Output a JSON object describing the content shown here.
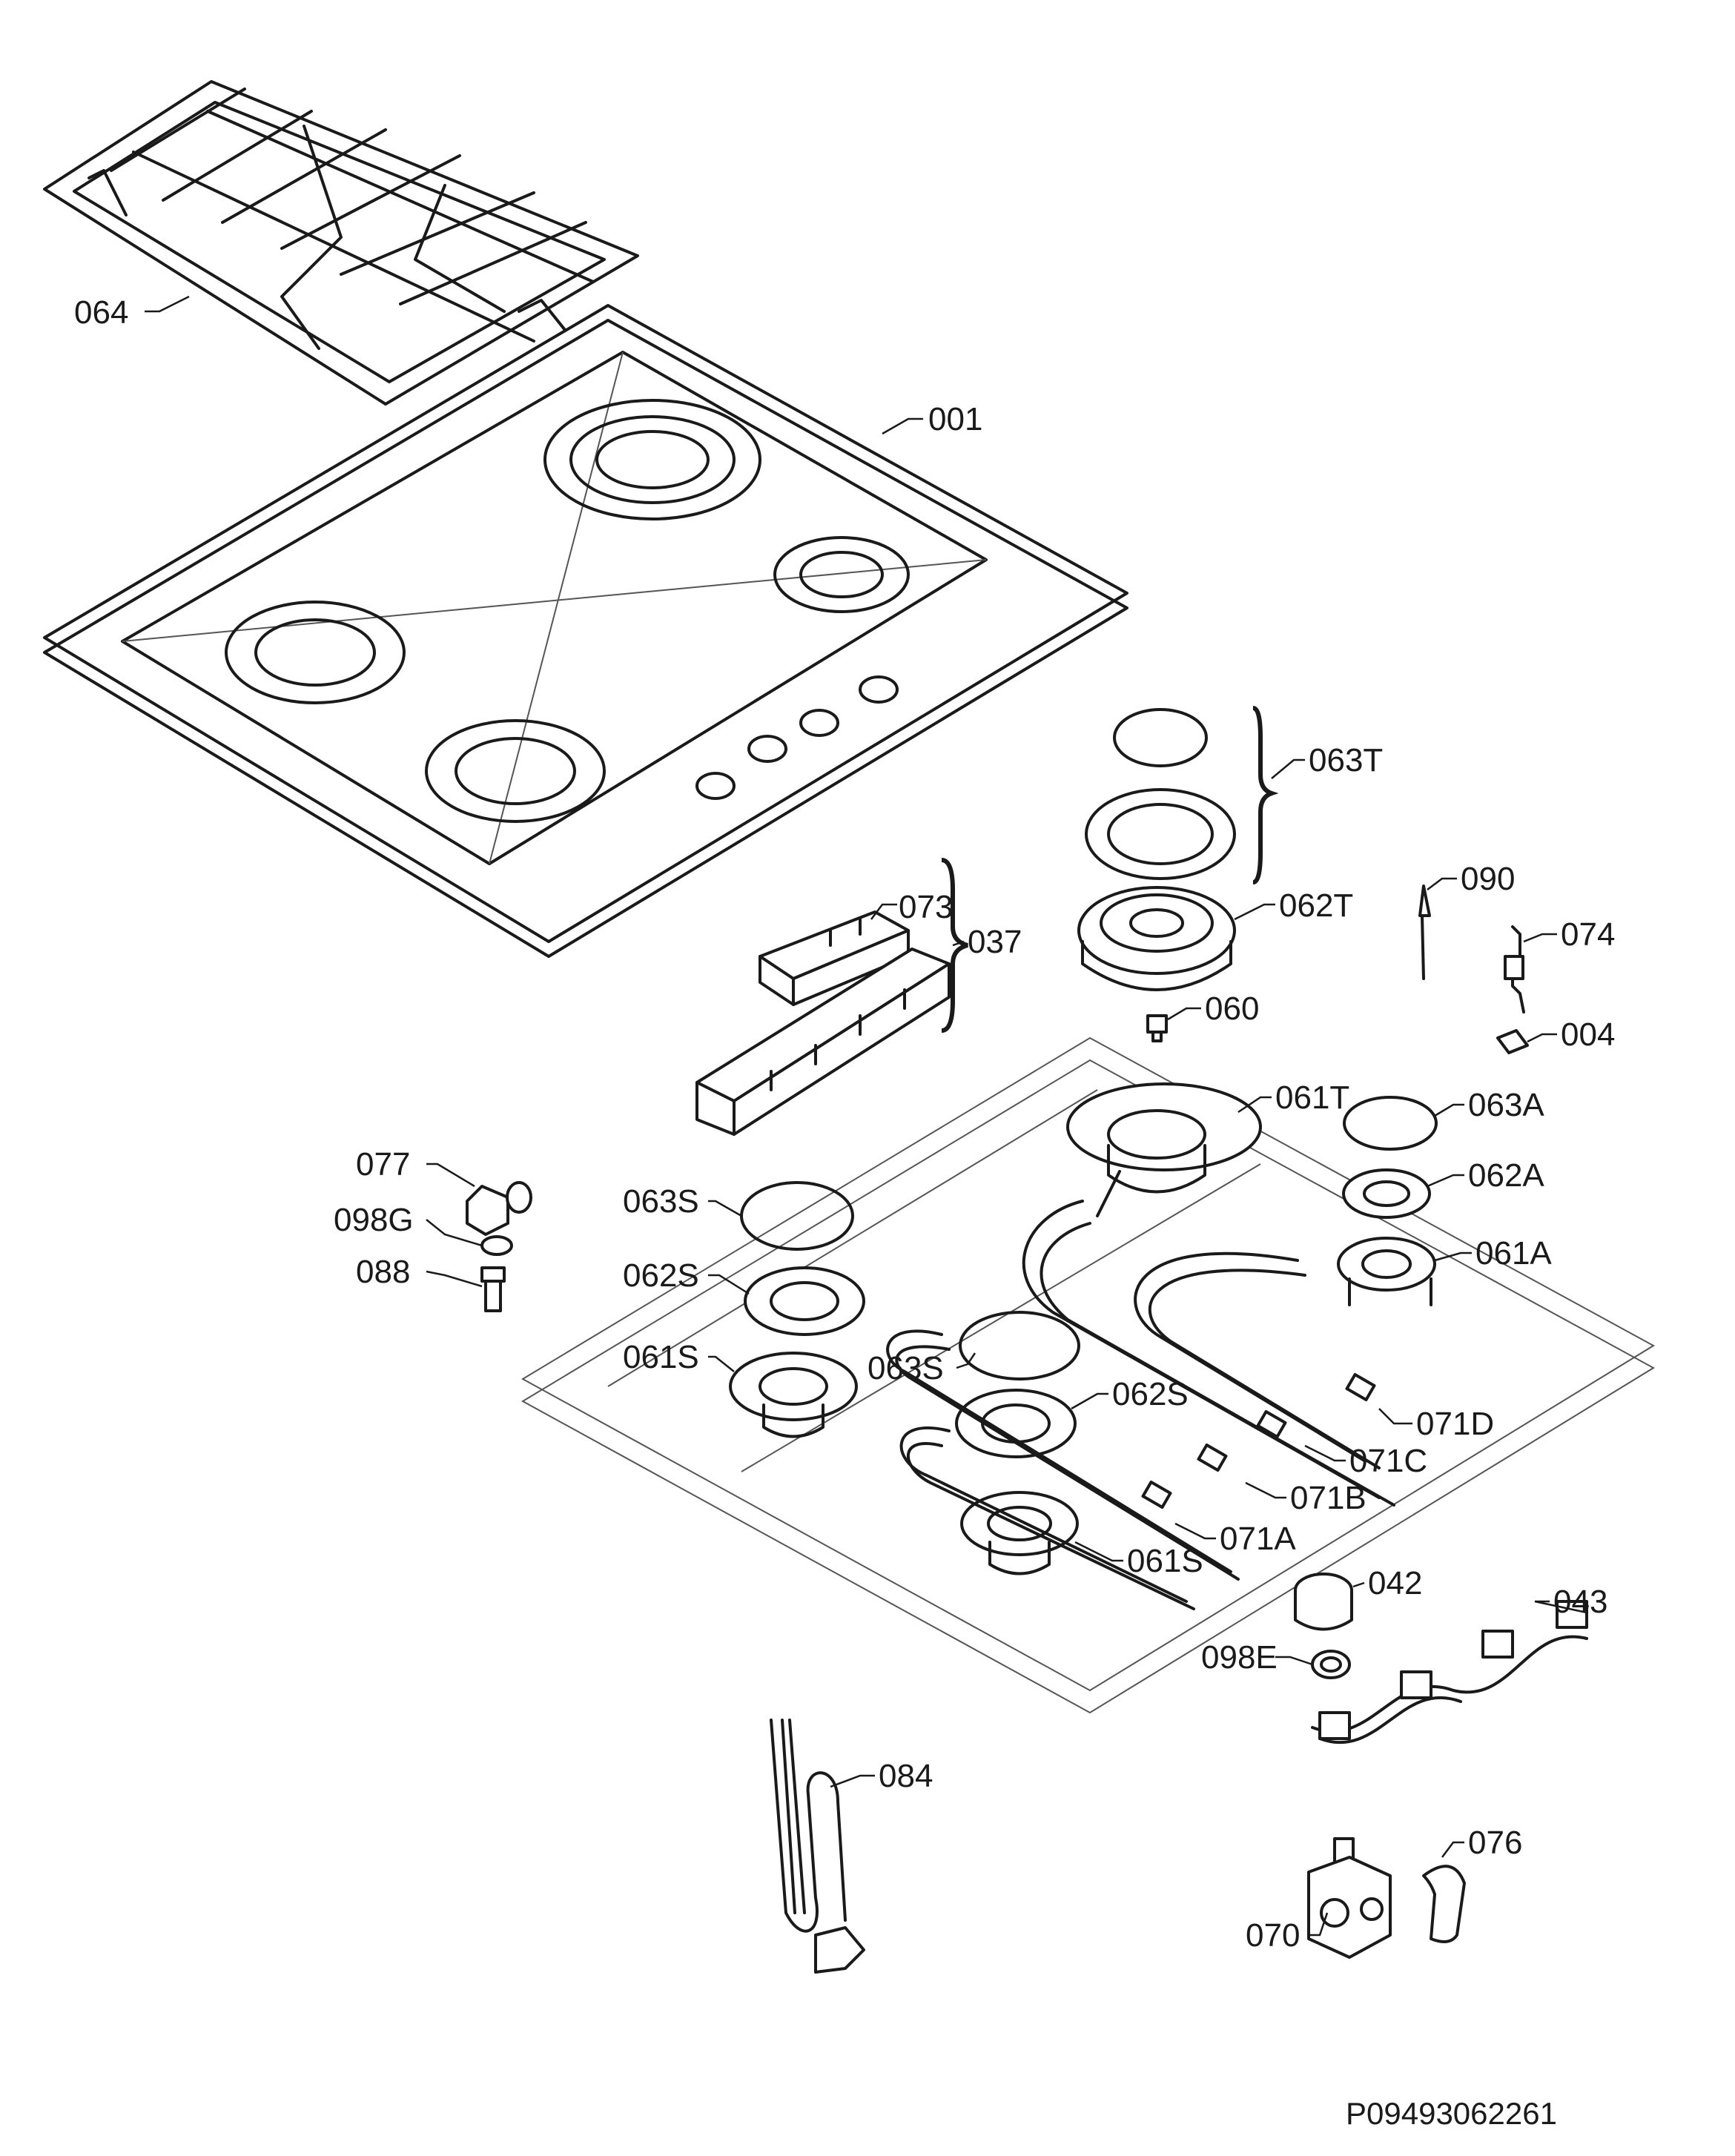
{
  "callouts": [
    {
      "id": "064",
      "text": "064"
    },
    {
      "id": "001",
      "text": "001"
    },
    {
      "id": "063T",
      "text": "063T"
    },
    {
      "id": "073",
      "text": "073"
    },
    {
      "id": "037",
      "text": "037"
    },
    {
      "id": "062T",
      "text": "062T"
    },
    {
      "id": "090",
      "text": "090"
    },
    {
      "id": "074",
      "text": "074"
    },
    {
      "id": "060",
      "text": "060"
    },
    {
      "id": "004",
      "text": "004"
    },
    {
      "id": "061T",
      "text": "061T"
    },
    {
      "id": "063A",
      "text": "063A"
    },
    {
      "id": "077",
      "text": "077"
    },
    {
      "id": "063S-a",
      "text": "063S"
    },
    {
      "id": "062A",
      "text": "062A"
    },
    {
      "id": "098G",
      "text": "098G"
    },
    {
      "id": "088",
      "text": "088"
    },
    {
      "id": "062S-a",
      "text": "062S"
    },
    {
      "id": "061A",
      "text": "061A"
    },
    {
      "id": "061S-a",
      "text": "061S"
    },
    {
      "id": "063S-b",
      "text": "063S"
    },
    {
      "id": "062S-b",
      "text": "062S"
    },
    {
      "id": "071D",
      "text": "071D"
    },
    {
      "id": "071C",
      "text": "071C"
    },
    {
      "id": "071B",
      "text": "071B"
    },
    {
      "id": "071A",
      "text": "071A"
    },
    {
      "id": "061S-b",
      "text": "061S"
    },
    {
      "id": "042",
      "text": "042"
    },
    {
      "id": "043",
      "text": "043"
    },
    {
      "id": "098E",
      "text": "098E"
    },
    {
      "id": "084",
      "text": "084"
    },
    {
      "id": "076",
      "text": "076"
    },
    {
      "id": "070",
      "text": "070"
    }
  ],
  "document_id": "P09493062261"
}
